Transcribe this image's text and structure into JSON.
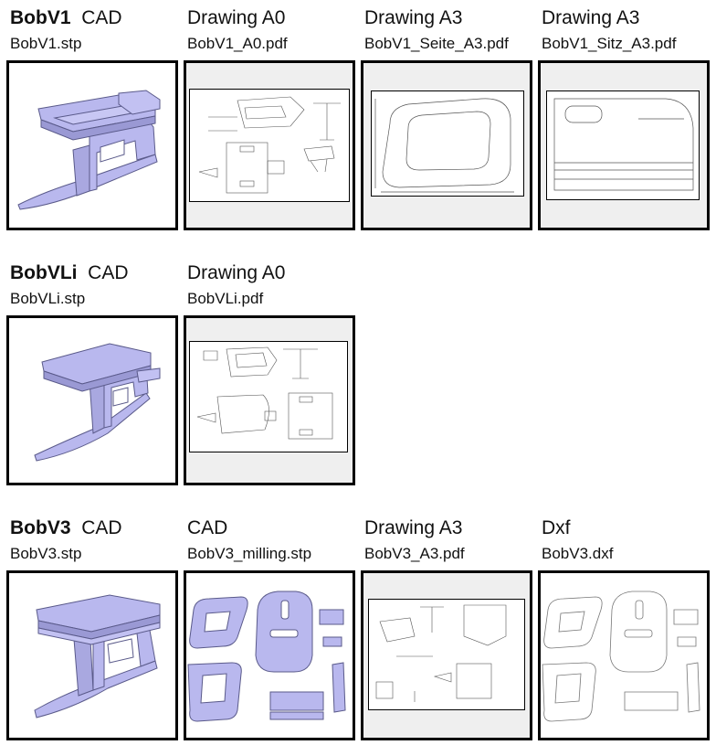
{
  "rows": [
    {
      "items": [
        {
          "title_bold": "BobV1",
          "title_rest": "CAD",
          "filename": "BobV1.stp",
          "thumbnail": "3d-model-render"
        },
        {
          "title_bold": "",
          "title_rest": "Drawing A0",
          "filename": "BobV1_A0.pdf",
          "thumbnail": "drawing-a0"
        },
        {
          "title_bold": "",
          "title_rest": "Drawing A3",
          "filename": "BobV1_Seite_A3.pdf",
          "thumbnail": "drawing-a3-side"
        },
        {
          "title_bold": "",
          "title_rest": "Drawing A3",
          "filename": "BobV1_Sitz_A3.pdf",
          "thumbnail": "drawing-a3-seat"
        }
      ]
    },
    {
      "items": [
        {
          "title_bold": "BobVLi",
          "title_rest": "CAD",
          "filename": "BobVLi.stp",
          "thumbnail": "3d-model-render"
        },
        {
          "title_bold": "",
          "title_rest": "Drawing A0",
          "filename": "BobVLi.pdf",
          "thumbnail": "drawing-a0"
        }
      ]
    },
    {
      "items": [
        {
          "title_bold": "BobV3",
          "title_rest": "CAD",
          "filename": "BobV3.stp",
          "thumbnail": "3d-model-render"
        },
        {
          "title_bold": "",
          "title_rest": "CAD",
          "filename": "BobV3_milling.stp",
          "thumbnail": "milling-parts"
        },
        {
          "title_bold": "",
          "title_rest": "Drawing A3",
          "filename": "BobV3_A3.pdf",
          "thumbnail": "drawing-a3"
        },
        {
          "title_bold": "",
          "title_rest": "Dxf",
          "filename": "BobV3.dxf",
          "thumbnail": "dxf-outline"
        }
      ]
    }
  ],
  "colors": {
    "model_fill": "#b9b8ee",
    "model_stroke": "#5a5a8a",
    "panel_gray": "#efefef"
  }
}
